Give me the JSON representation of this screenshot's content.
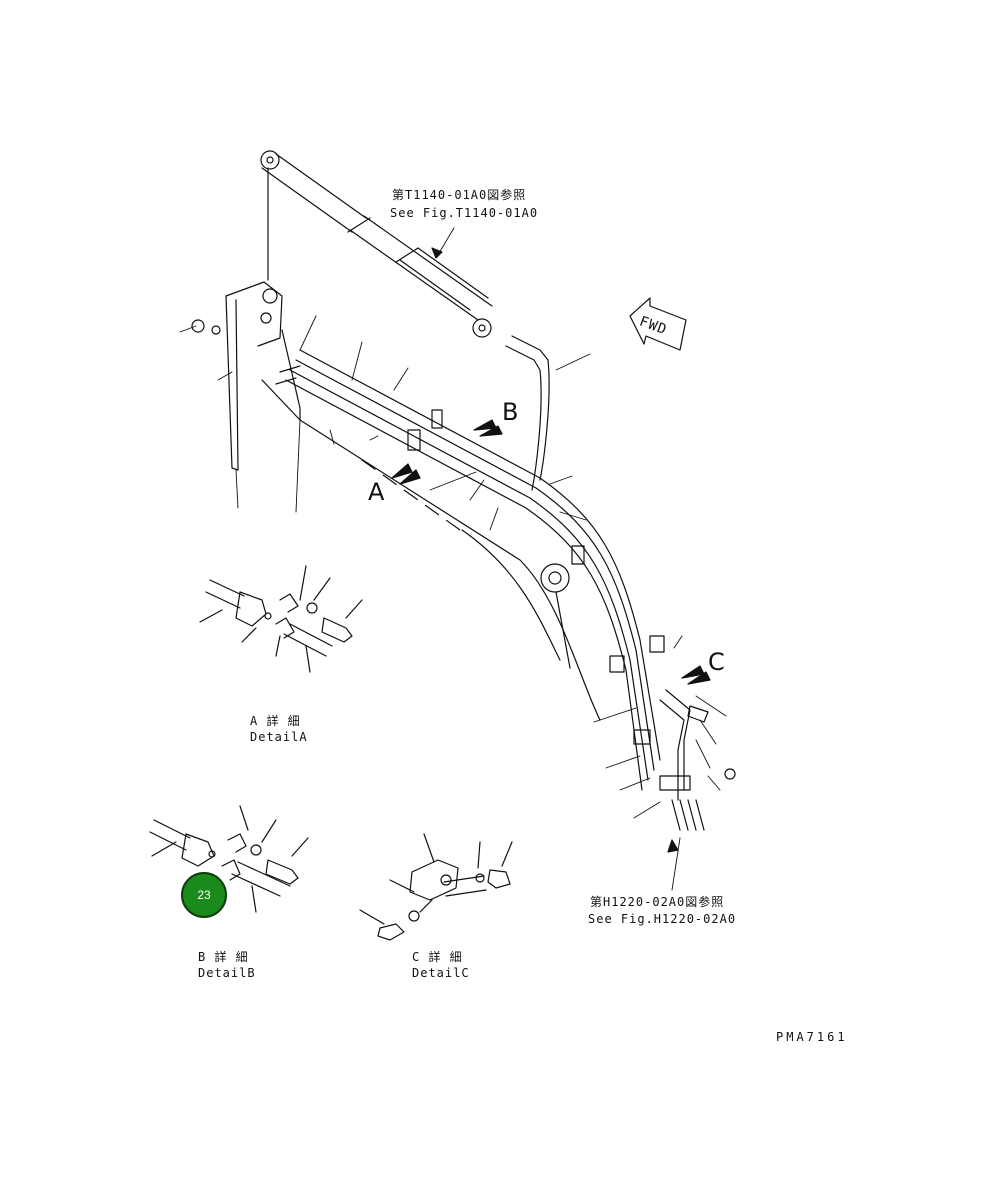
{
  "refs": {
    "top_jp": "第T1140-01A0図参照",
    "top_en": "See Fig.T1140-01A0",
    "bottom_jp": "第H1220-02A0図参照",
    "bottom_en": "See Fig.H1220-02A0"
  },
  "fwd": "FWD",
  "view_letters": {
    "a": "A",
    "b": "B",
    "c": "C"
  },
  "details": {
    "a": {
      "jp": "A 詳 細",
      "en": "DetailA"
    },
    "b": {
      "jp": "B 詳 細",
      "en": "DetailB"
    },
    "c": {
      "jp": "C 詳 細",
      "en": "DetailC"
    }
  },
  "callout": "23",
  "drawing_number": "PMA7161",
  "colors": {
    "callout_fill": "#1a8a1a",
    "line": "#111111"
  }
}
